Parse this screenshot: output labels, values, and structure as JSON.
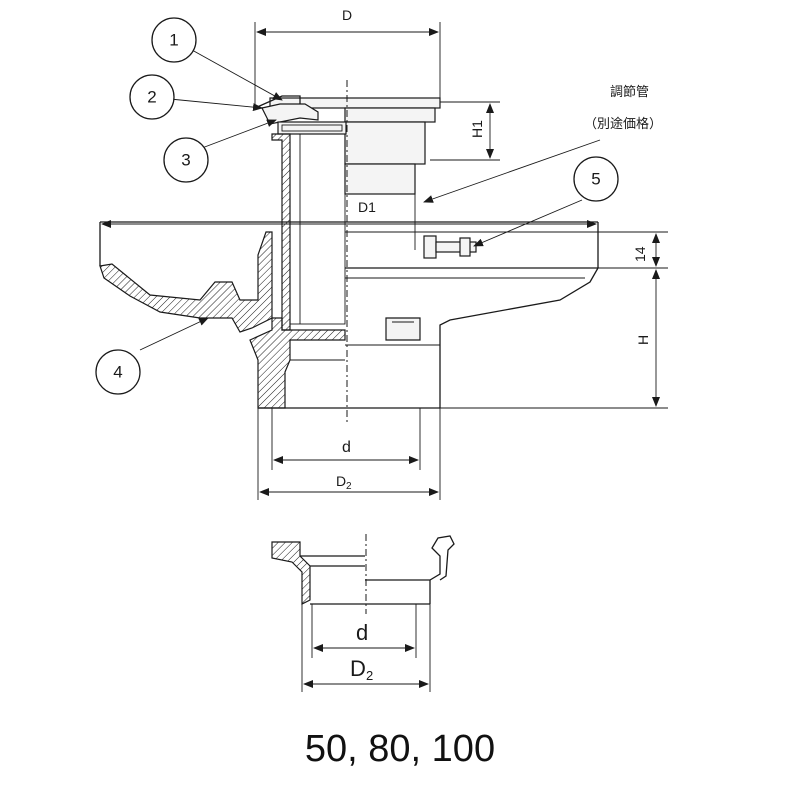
{
  "figure": {
    "dimensions": {
      "D": "D",
      "H1": "H1",
      "D1": "D1",
      "t14": "14",
      "H": "H",
      "d_main": "d",
      "D2_main": "D",
      "D2_main_sub": "2",
      "d_detail": "d",
      "D2_detail": "D",
      "D2_detail_sub": "2"
    },
    "callouts": {
      "c1": "1",
      "c2": "2",
      "c3": "3",
      "c4": "4",
      "c5": "5"
    },
    "notes": {
      "pipe_name": "調節管",
      "pipe_note": "（別途価格）"
    },
    "sizes": "50, 80, 100"
  }
}
